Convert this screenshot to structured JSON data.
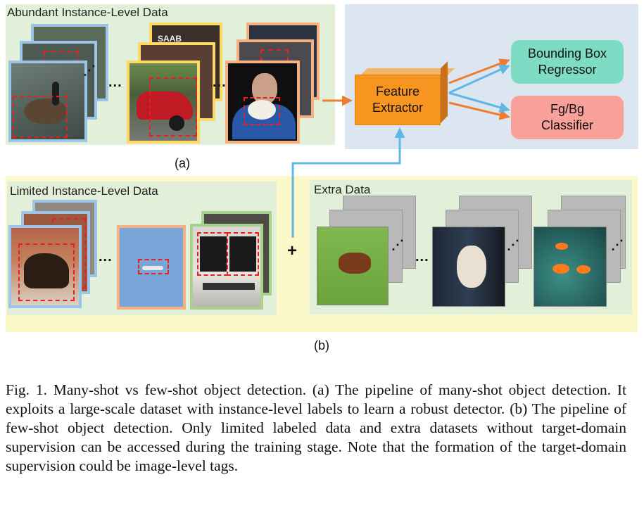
{
  "panel_a": {
    "title": "Abundant Instance-Level Data",
    "label": "(a)"
  },
  "panel_b": {
    "limited_title": "Limited Instance-Level Data",
    "extra_title": "Extra Data",
    "plus": "+",
    "label": "(b)"
  },
  "detector": {
    "feature_extractor": "Feature\nExtractor",
    "bbox_regressor": "Bounding Box\nRegressor",
    "classifier": "Fg/Bg\nClassifier"
  },
  "ellipsis": "...",
  "vertical_dots": "⋰",
  "car_plate_text": "SAAB",
  "caption": "Fig. 1.  Many-shot vs few-shot object detection. (a) The pipeline of many-shot object detection. It exploits a large-scale dataset with instance-level labels to learn a robust detector. (b) The pipeline of few-shot object detection. Only limited labeled data and extra datasets without target-domain supervision can be accessed during the training stage. Note that the formation of the target-domain supervision could be image-level tags.",
  "colors": {
    "panel_a_bg": "#e3f0d9",
    "detector_bg": "#dce6f1",
    "panel_b_bg": "#fbf9c9",
    "feature_extractor": "#f79520",
    "bbox_regressor": "#7fdcc4",
    "classifier": "#f9a09a",
    "orange_arrow": "#ed7d31",
    "blue_arrow": "#5fb7e6",
    "bbox_dash": "#e82020",
    "frame_blue": "#9dc3e6",
    "frame_yellow": "#ffd966",
    "frame_orange": "#f4b183",
    "frame_green": "#a9d18e"
  }
}
